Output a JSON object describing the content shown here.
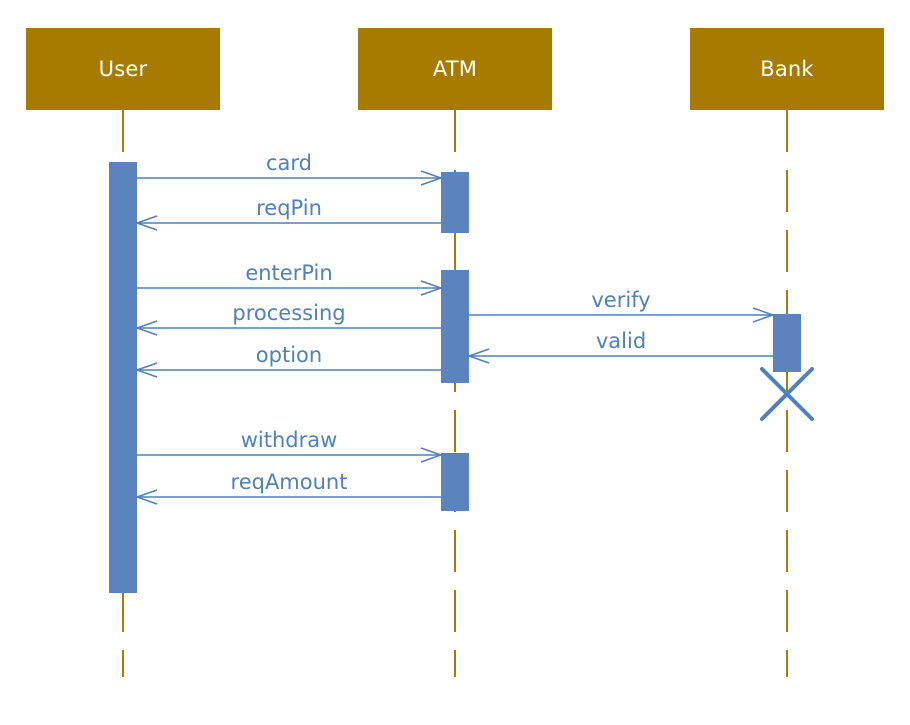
{
  "diagram": {
    "type": "uml-sequence",
    "colors": {
      "background": "#FFFFFF",
      "actor_fill": "#A67B00",
      "actor_text": "#FFFFFF",
      "lifeline": "#AD7A00",
      "activation_fill": "#5B83BE",
      "message": "#4F81BD"
    },
    "actors": [
      {
        "name": "User",
        "destroyed": false
      },
      {
        "name": "ATM",
        "destroyed": false
      },
      {
        "name": "Bank",
        "destroyed": true
      }
    ],
    "messages": [
      {
        "label": "card",
        "from": "User",
        "to": "ATM"
      },
      {
        "label": "reqPin",
        "from": "ATM",
        "to": "User"
      },
      {
        "label": "enterPin",
        "from": "User",
        "to": "ATM"
      },
      {
        "label": "verify",
        "from": "ATM",
        "to": "Bank"
      },
      {
        "label": "processing",
        "from": "ATM",
        "to": "User"
      },
      {
        "label": "valid",
        "from": "Bank",
        "to": "ATM"
      },
      {
        "label": "option",
        "from": "ATM",
        "to": "User"
      },
      {
        "label": "withdraw",
        "from": "User",
        "to": "ATM"
      },
      {
        "label": "reqAmount",
        "from": "ATM",
        "to": "User"
      }
    ]
  }
}
